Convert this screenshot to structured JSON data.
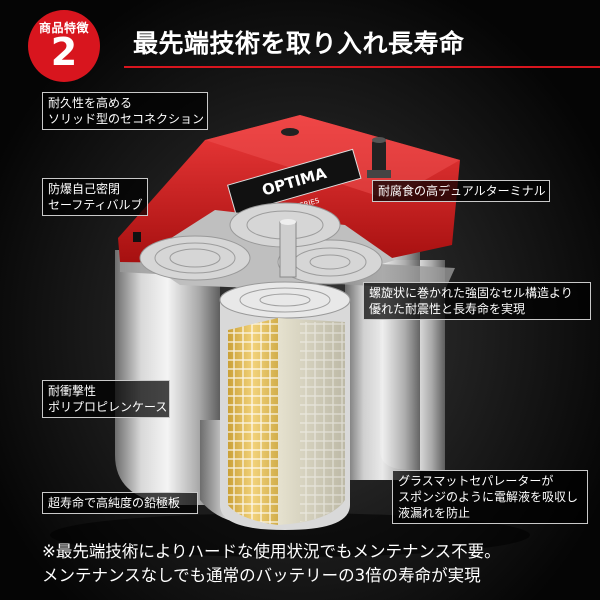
{
  "badge": {
    "caption": "商品特徴",
    "number": "2"
  },
  "title": "最先端技術を取り入れ長寿命",
  "brand": {
    "name": "OPTIMA",
    "sub": "BATTERIES"
  },
  "callouts": {
    "terminal_connection": [
      "耐久性を高める",
      "ソリッド型のセコネクション"
    ],
    "safety_valve": [
      "防爆自己密閉",
      "セーフティバルブ"
    ],
    "dual_terminal": [
      "耐腐食の高デュアルターミナル"
    ],
    "spiral_cell": [
      "螺旋状に巻かれた強固なセル構造より",
      "優れた耐震性と長寿命を実現"
    ],
    "shock_case": [
      "耐衝撃性",
      "ポリプロピレンケース"
    ],
    "glass_mat": [
      "グラスマットセパレーターが",
      "スポンジのように電解液を吸収し",
      "液漏れを防止"
    ],
    "lead_plate": [
      "超寿命で高純度の鉛極板"
    ]
  },
  "footer": [
    "※最先端技術によりハードな使用状況でもメンテナンス不要。",
    "メンテナンスなしでも通常のバッテリーの3倍の寿命が実現"
  ],
  "colors": {
    "accent": "#d8151e",
    "lid": "#d41a1a",
    "callout_border": "#c9c9c9"
  }
}
